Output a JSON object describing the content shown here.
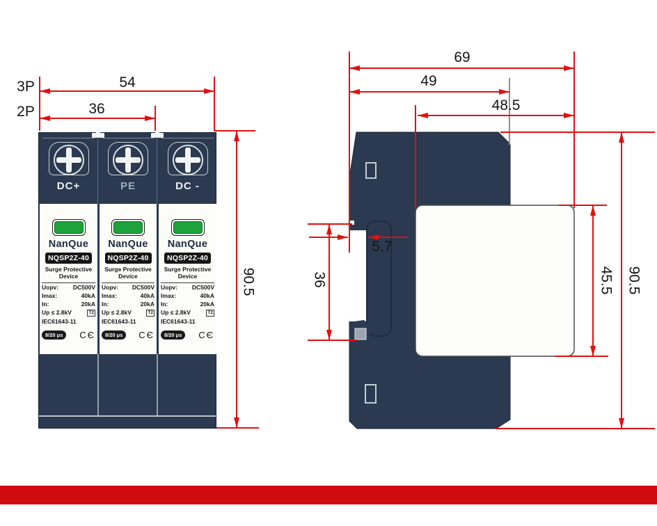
{
  "front_view": {
    "pole_labels": {
      "three": "3P",
      "two": "2P"
    },
    "dims": {
      "width_3p": "54",
      "width_2p": "36",
      "height": "90.5"
    },
    "terminals": [
      "DC+",
      "PE",
      "DC -"
    ],
    "module": {
      "brand": "NanQue",
      "model": "NQSP2Z-40",
      "type_line1": "Surge Protective",
      "type_line2": "Device",
      "specs": [
        {
          "label": "Uopv:",
          "value": "DC500V"
        },
        {
          "label": "Imax:",
          "value": "40kA"
        },
        {
          "label": "In:",
          "value": "20kA"
        }
      ],
      "up_spec": "Up ≤ 2.8kV",
      "up_class": "T2",
      "standard": "IEC61643-11",
      "impulse": "8/20 μs",
      "ce": "CЄ"
    }
  },
  "side_view": {
    "dims": {
      "depth_total": "69",
      "depth_body": "49",
      "depth_panel": "48.5",
      "rail_lip": "5.7",
      "rail_window": "36",
      "panel_height": "45.5",
      "height": "90.5"
    }
  },
  "colors": {
    "dimension_red": "#e20f0f",
    "device_navy": "#2b3a50",
    "indicator_green": "#1ea33c",
    "footer_bar_red": "#d00b10",
    "label_bg": "#fcfcf9"
  }
}
